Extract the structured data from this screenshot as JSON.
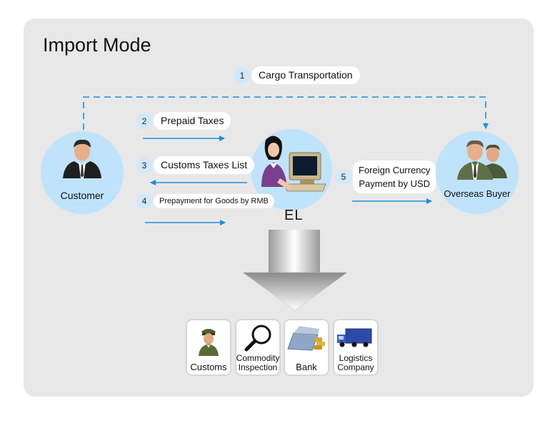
{
  "title": "Import Mode",
  "steps": [
    {
      "num": "1",
      "label": "Cargo Transportation"
    },
    {
      "num": "2",
      "label": "Prepaid Taxes"
    },
    {
      "num": "3",
      "label": "Customs Taxes List"
    },
    {
      "num": "4",
      "label": "Prepayment for Goods by RMB"
    },
    {
      "num": "5",
      "label_line1": "Foreign Currency",
      "label_line2": "Payment by USD"
    }
  ],
  "nodes": {
    "customer": "Customer",
    "el": "EL",
    "overseas_buyer": "Overseas Buyer"
  },
  "services": [
    {
      "line1": "Customs",
      "icon": "customs-officer-icon"
    },
    {
      "line1": "Commodity",
      "line2": "Inspection",
      "icon": "magnifier-icon"
    },
    {
      "line1": "Bank",
      "icon": "bank-icon"
    },
    {
      "line1": "Logistics",
      "line2": "Company",
      "icon": "truck-icon"
    }
  ],
  "colors": {
    "panel": "#e8e8e8",
    "node_circle": "#bfe3fb",
    "arrow": "#1a8fe0",
    "badge": "#cfe8fb"
  }
}
